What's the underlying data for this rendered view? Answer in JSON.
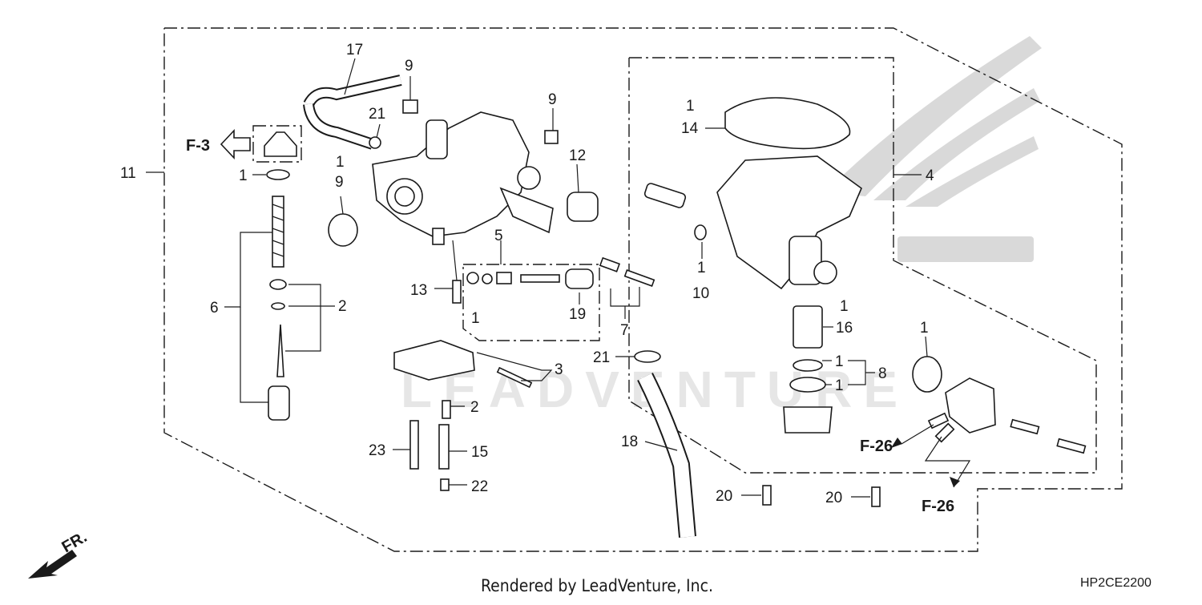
{
  "footer": {
    "rendered_by": "Rendered by LeadVenture, Inc.",
    "diagram_code": "HP2CE2200"
  },
  "watermark": "LEADVENTURE",
  "direction_label": "FR.",
  "ref_labels": {
    "f3": "F-3",
    "f26a": "F-26",
    "f26b": "F-26"
  },
  "callouts": {
    "c11": "11",
    "c17": "17",
    "c9a": "9",
    "c21a": "21",
    "c9b": "9",
    "c12": "12",
    "c1a": "1",
    "c9c": "9",
    "c1b": "1",
    "c6": "6",
    "c2a": "2",
    "c5": "5",
    "c13": "13",
    "c1c": "1",
    "c19": "19",
    "c7": "7",
    "c3": "3",
    "c21b": "21",
    "c2b": "2",
    "c23": "23",
    "c15": "15",
    "c22": "22",
    "c18": "18",
    "c20a": "20",
    "c20b": "20",
    "c1d": "1",
    "c14": "14",
    "c4": "4",
    "c1e": "1",
    "c10": "10",
    "c1f": "1",
    "c16": "16",
    "c1g": "1",
    "c1h": "1",
    "c8": "8",
    "c1i": "1"
  }
}
